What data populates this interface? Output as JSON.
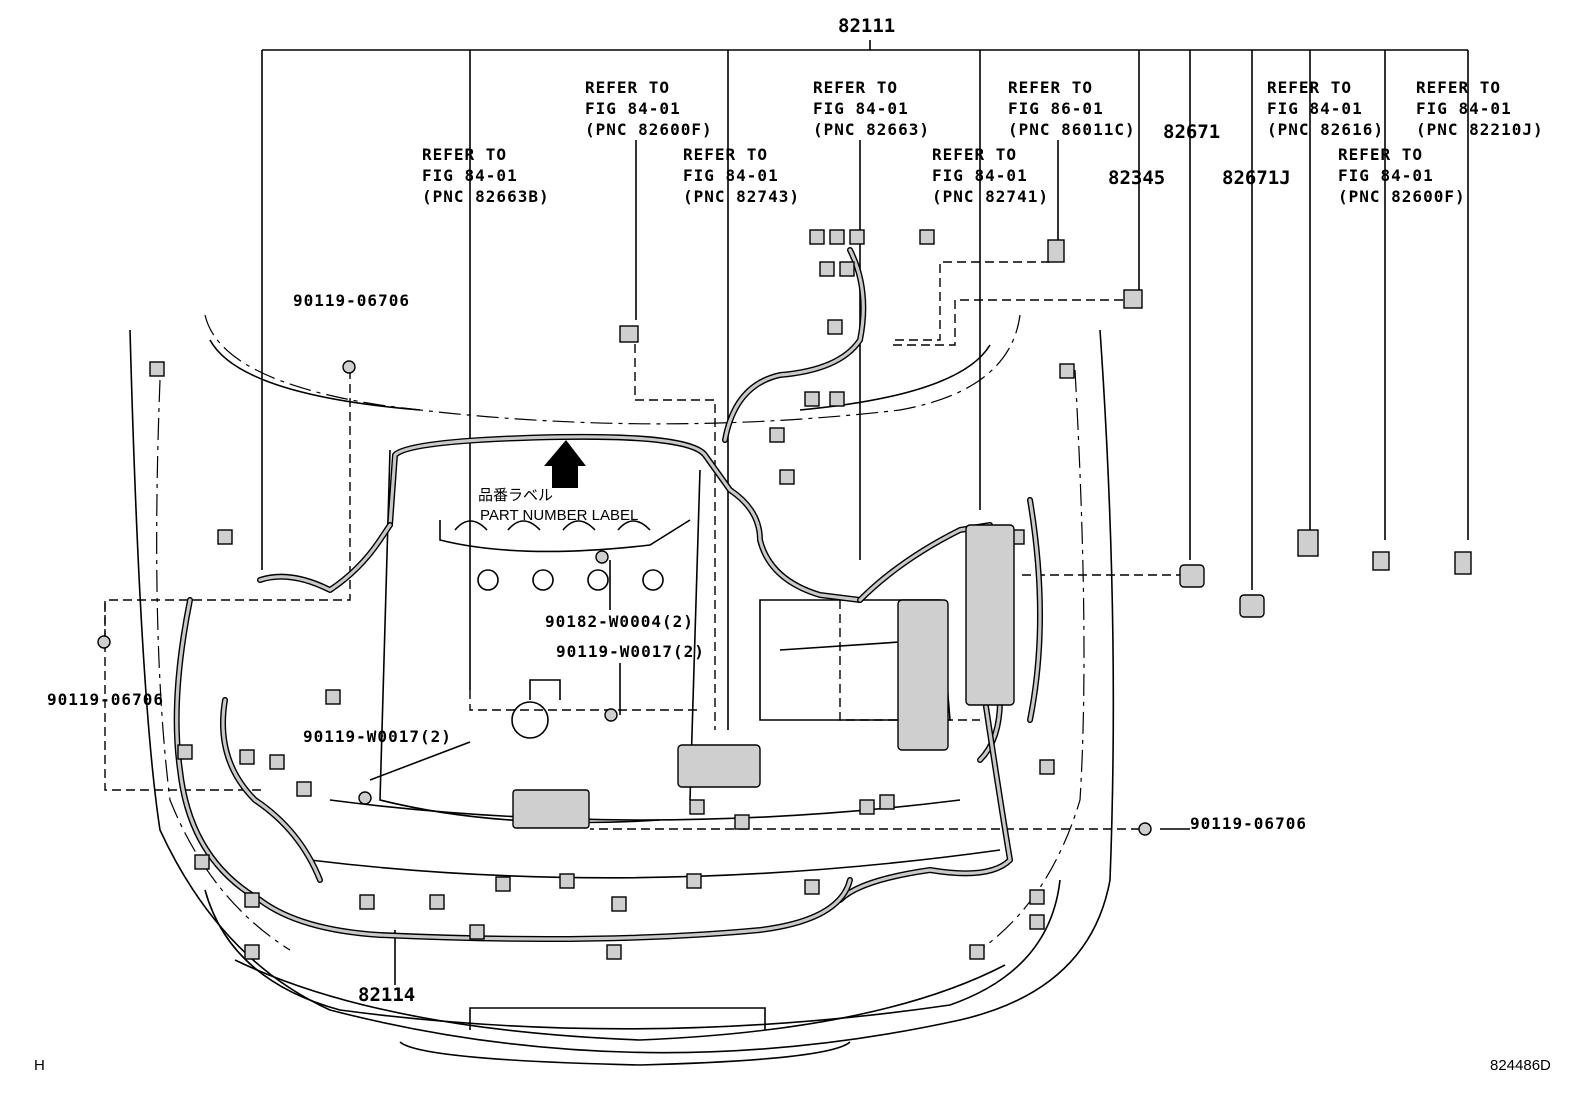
{
  "diagram": {
    "main_part": "82111",
    "refer_notes": [
      {
        "l1": "REFER TO",
        "l2": "FIG 84-01",
        "l3": "(PNC 82663B)"
      },
      {
        "l1": "REFER TO",
        "l2": "FIG 84-01",
        "l3": "(PNC 82600F)"
      },
      {
        "l1": "REFER TO",
        "l2": "FIG 84-01",
        "l3": "(PNC 82743)"
      },
      {
        "l1": "REFER TO",
        "l2": "FIG 84-01",
        "l3": "(PNC 82663)"
      },
      {
        "l1": "REFER TO",
        "l2": "FIG 84-01",
        "l3": "(PNC 82741)"
      },
      {
        "l1": "REFER TO",
        "l2": "FIG 86-01",
        "l3": "(PNC 86011C)"
      },
      {
        "l1": "REFER TO",
        "l2": "FIG 84-01",
        "l3": "(PNC 82616)"
      },
      {
        "l1": "REFER TO",
        "l2": "FIG 84-01",
        "l3": "(PNC 82600F)"
      },
      {
        "l1": "REFER TO",
        "l2": "FIG 84-01",
        "l3": "(PNC 82210J)"
      }
    ],
    "part_82671": "82671",
    "part_82345": "82345",
    "part_82671j": "82671J",
    "part_bolt_top": "90119-06706",
    "part_bolt_left": "90119-06706",
    "part_bolt_right": "90119-06706",
    "part_w0004": "90182-W0004(2)",
    "part_w0017_a": "90119-W0017(2)",
    "part_w0017_b": "90119-W0017(2)",
    "part_82114": "82114",
    "label_jp": "品番ラベル",
    "label_en": "PART NUMBER LABEL",
    "corner_left": "H",
    "corner_right": "824486D"
  }
}
